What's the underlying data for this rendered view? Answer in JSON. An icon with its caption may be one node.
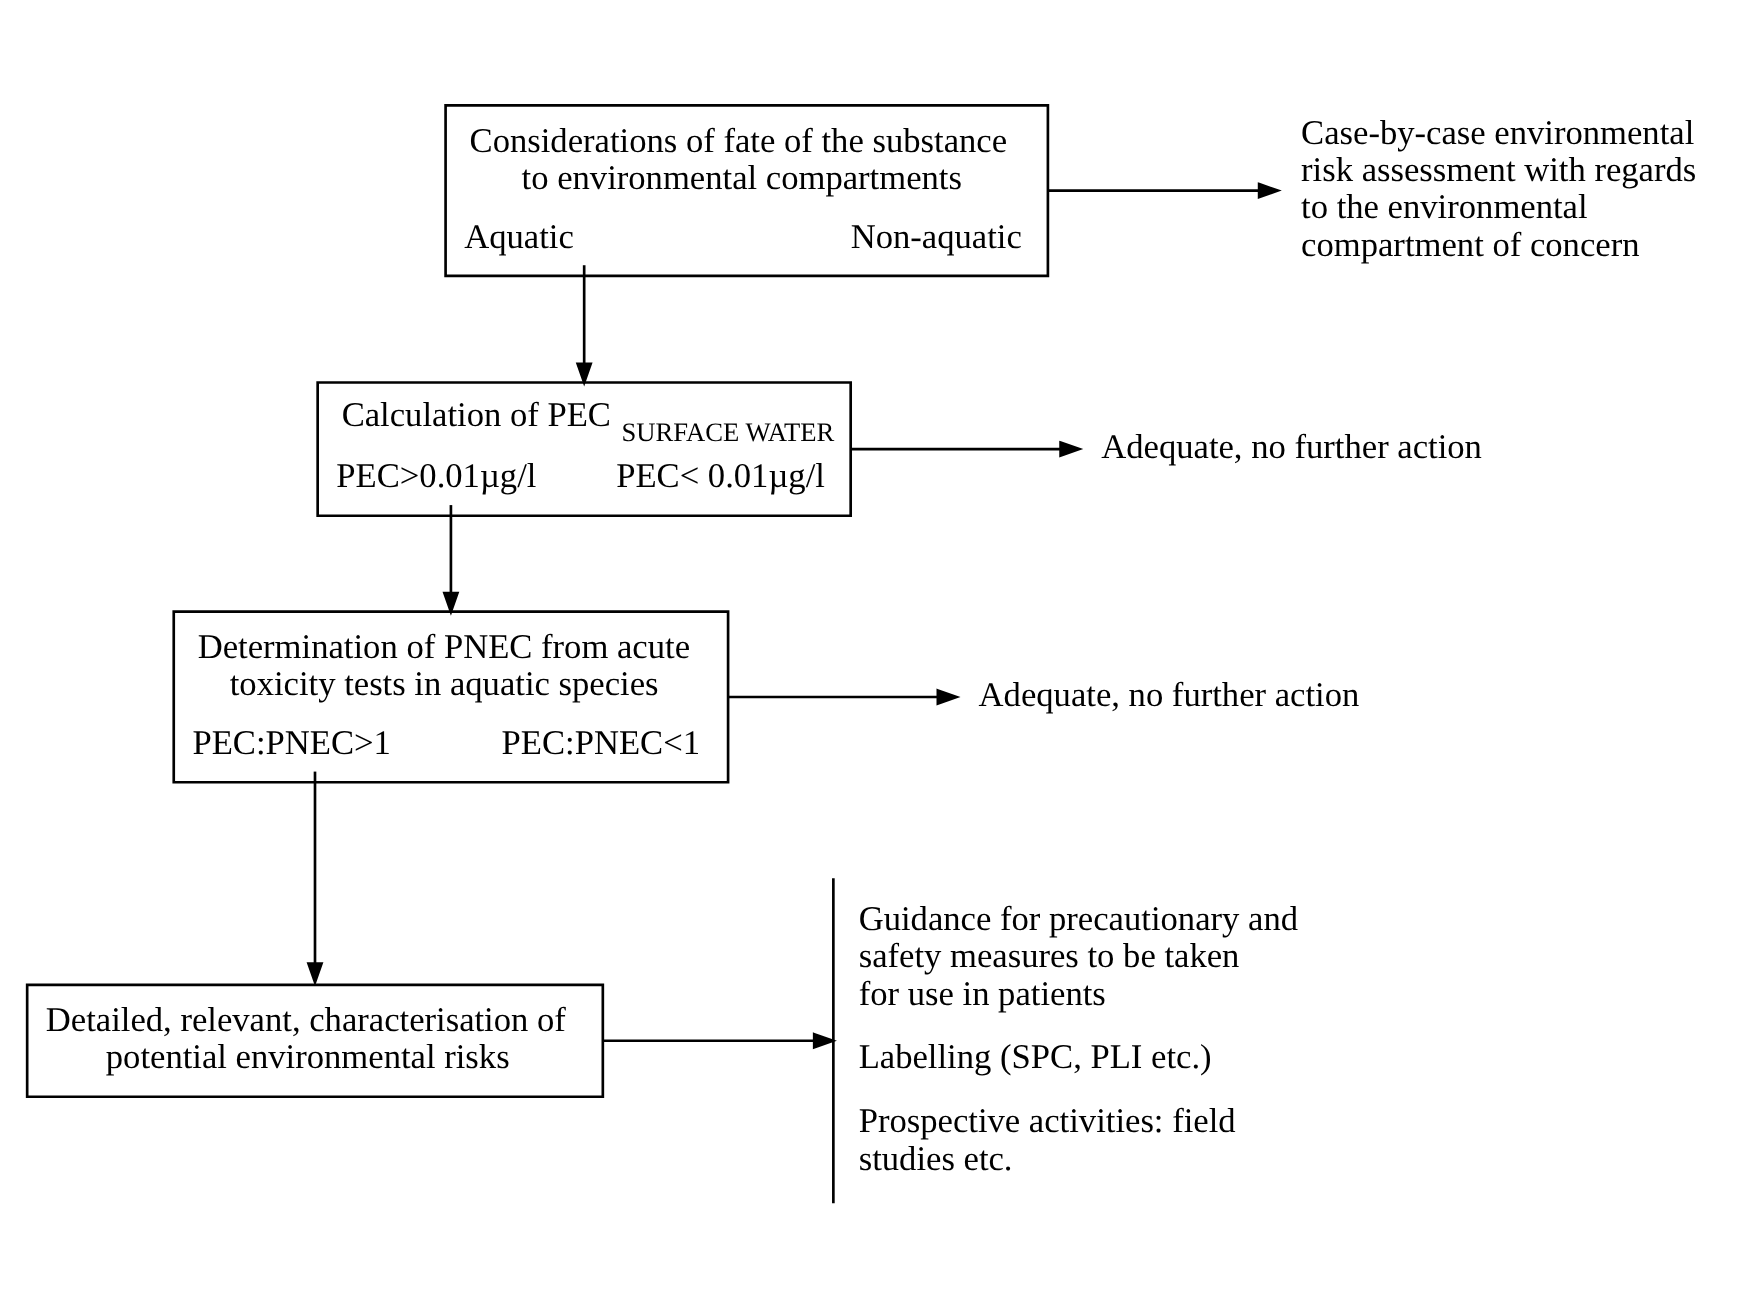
{
  "diagram": {
    "nodes": [
      {
        "text": [
          "Considerations of fate of the substance to environmental compartments",
          "Aquatic",
          "Non-aquatic"
        ]
      },
      {
        "text": [
          "Case-by-case environmental risk assessment with regards to the environmental compartment of concern"
        ]
      },
      {
        "text": [
          "Calculation of PEC$_{SURFACE WATER}$",
          "PEC>0.01µg/l",
          "PEC< 0.01µg/l"
        ]
      },
      {
        "text": [
          "Adequate, no further action"
        ]
      },
      {
        "text": [
          "Determination of PNEC from acute toxicity tests in aquatic species",
          "PEC:PNEC>1",
          "PEC:PNEC<1"
        ]
      },
      {
        "text": [
          "Adequate, no further action"
        ]
      },
      {
        "text": [
          "Detailed, relevant, characterisation of potential environmental risks"
        ]
      },
      {
        "text": [
          "Guidance for precautionary and safety measures to be taken for use in patients",
          "Labelling (SPC, PLI etc.)",
          "Prospective activities: field studies etc."
        ]
      }
    ],
    "edges": [
      {
        "from": 0,
        "to": 1,
        "arrow": "to"
      },
      {
        "from": 0,
        "to": 2,
        "arrow": "to"
      },
      {
        "from": 2,
        "to": 3,
        "arrow": "to"
      },
      {
        "from": 2,
        "to": 4,
        "arrow": "to"
      },
      {
        "from": 4,
        "to": 5,
        "arrow": "to"
      },
      {
        "from": 4,
        "to": 6,
        "arrow": "to"
      },
      {
        "from": 6,
        "to": 7,
        "arrow": "to"
      }
    ]
  }
}
